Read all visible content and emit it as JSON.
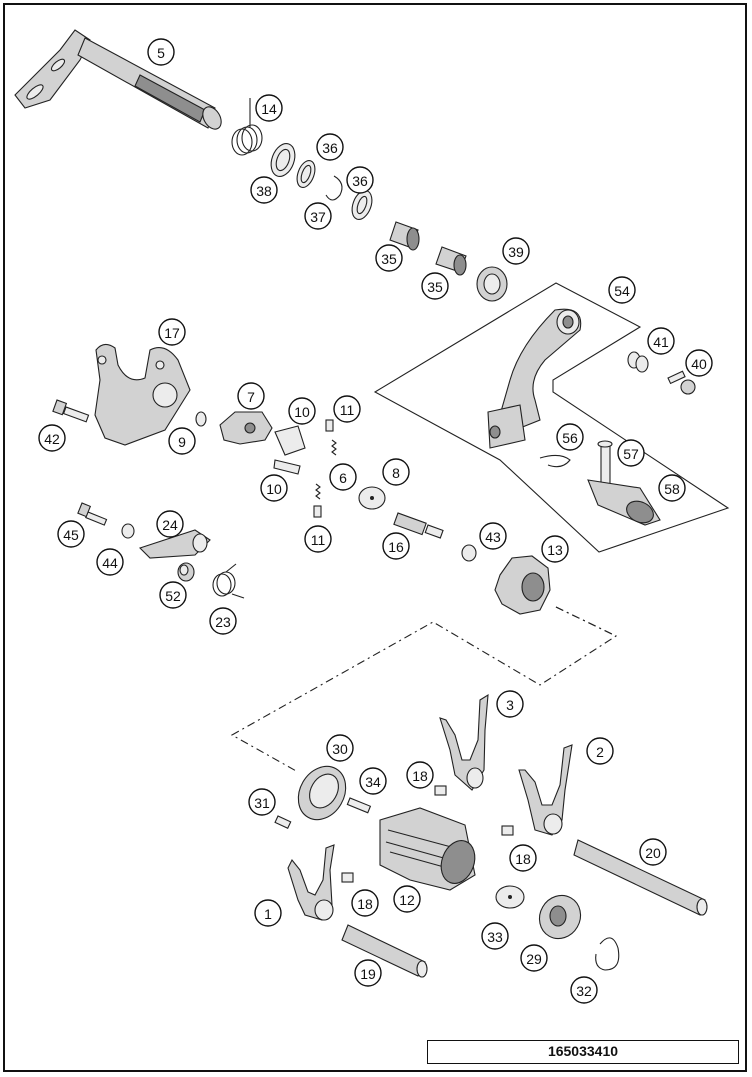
{
  "diagram_code": "165033410",
  "callouts": [
    "5",
    "14",
    "36",
    "38",
    "37",
    "36",
    "35",
    "35",
    "39",
    "54",
    "41",
    "40",
    "17",
    "7",
    "10",
    "11",
    "42",
    "9",
    "6",
    "10",
    "11",
    "8",
    "56",
    "57",
    "58",
    "45",
    "24",
    "44",
    "52",
    "23",
    "16",
    "43",
    "13",
    "3",
    "30",
    "2",
    "34",
    "18",
    "31",
    "18",
    "12",
    "20",
    "1",
    "18",
    "33",
    "29",
    "19",
    "32"
  ]
}
